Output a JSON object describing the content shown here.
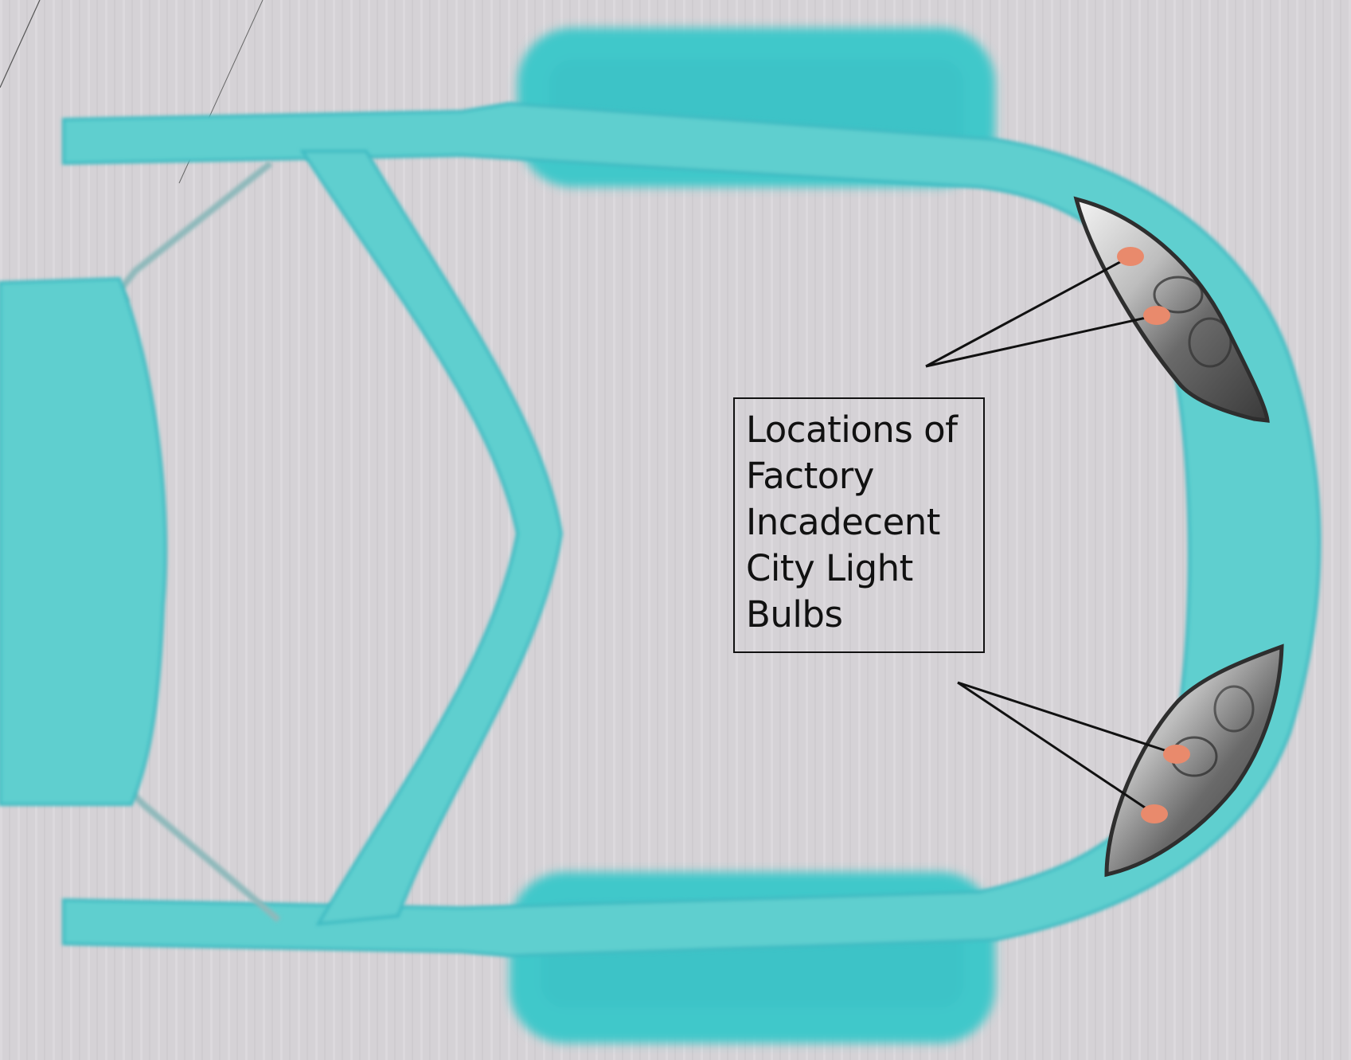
{
  "label": {
    "text": "Locations of\nFactory\nIncadecent\nCity Light\nBulbs"
  },
  "colors": {
    "background": "#d5d2d6",
    "car_body": "#5fcfcf",
    "car_body_edge": "#3fbcc3",
    "tire": "#44c9cb",
    "headlight_housing": "#4a4a4a",
    "bulb_marker": "#e98a6c",
    "leader_line": "#111111"
  },
  "bulbs": [
    {
      "headlight": "upper",
      "marker": 1
    },
    {
      "headlight": "upper",
      "marker": 2
    },
    {
      "headlight": "lower",
      "marker": 1
    },
    {
      "headlight": "lower",
      "marker": 2
    }
  ]
}
